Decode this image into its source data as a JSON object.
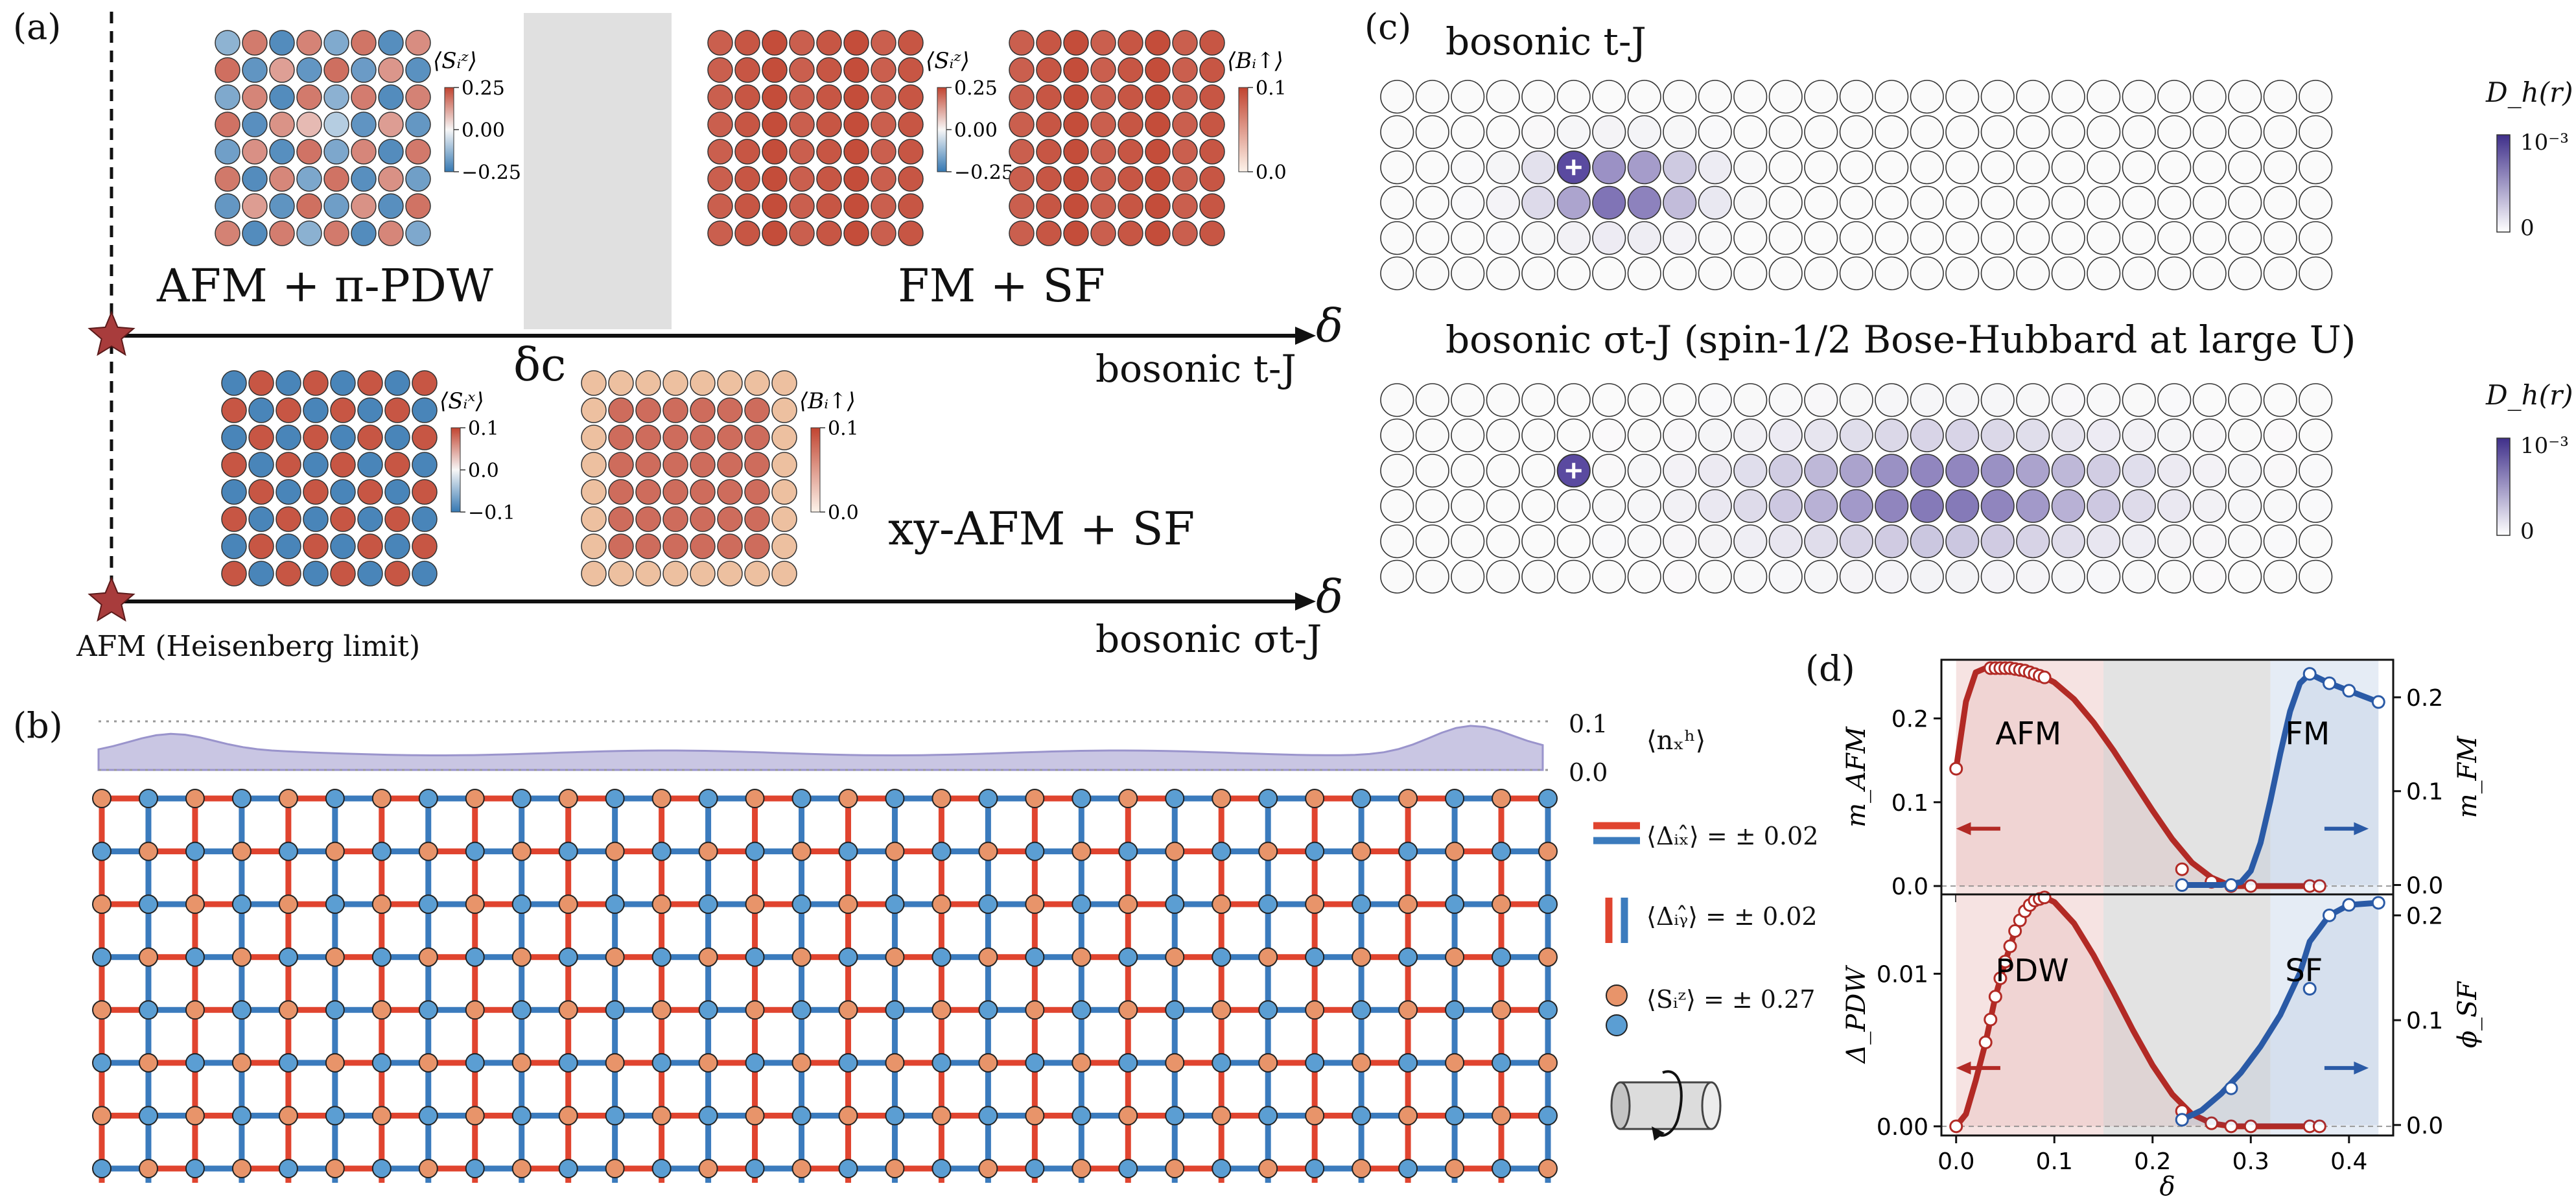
{
  "panels": {
    "a": {
      "label": "(a)",
      "tj_phase_left": "AFM + π-PDW",
      "tj_phase_right": "FM + SF",
      "tj_axis_name": "bosonic t-J",
      "sigma_phase": "xy-AFM + SF",
      "sigma_axis_name": "bosonic σt-J",
      "delta_symbol": "δ",
      "delta_c": "δc",
      "heisenberg_label": "AFM (Heisenberg limit)",
      "maps": [
        {
          "title": "⟨Sᵢᶻ⟩",
          "ticks": [
            "0.25",
            "0.00",
            "−0.25"
          ],
          "kind": "afm",
          "scale": "div"
        },
        {
          "title": "⟨Sᵢᶻ⟩",
          "ticks": [
            "0.25",
            "0.00",
            "−0.25"
          ],
          "kind": "fm",
          "scale": "div"
        },
        {
          "title": "⟨Bᵢ↑⟩",
          "ticks": [
            "0.1",
            "0.0"
          ],
          "kind": "fm",
          "scale": "seq"
        },
        {
          "title": "⟨Sᵢˣ⟩",
          "ticks": [
            "0.1",
            "0.0",
            "−0.1"
          ],
          "kind": "afm-strong",
          "scale": "div"
        },
        {
          "title": "⟨Bᵢ↑⟩",
          "ticks": [
            "0.1",
            "0.0"
          ],
          "kind": "sf-edge",
          "scale": "seq"
        }
      ]
    },
    "b": {
      "label": "(b)",
      "density_label": "⟨nₓʰ⟩",
      "density_ticks": [
        "0.1",
        "0.0"
      ],
      "legend": {
        "dx": "⟨Δᵢₓ̂⟩ = ± 0.02",
        "dy": "⟨Δᵢᵧ̂⟩ = ± 0.02",
        "sz": "⟨Sᵢᶻ⟩ = ± 0.27"
      },
      "cols": 32,
      "rows": 8
    },
    "c": {
      "label": "(c)",
      "top_title": "bosonic t-J",
      "bottom_title": "bosonic σt-J  (spin-1/2 Bose-Hubbard at large U)",
      "cb_title": "D_h(r)",
      "cb_ticks": [
        "10⁻³",
        "0"
      ],
      "cols": 27,
      "rows": 6
    },
    "d": {
      "label": "(d)"
    }
  },
  "chart_data": [
    {
      "type": "line",
      "xlabel": "δ",
      "ylabel": "m_AFM",
      "y2label": "m_FM",
      "xlim": [
        -0.015,
        0.445
      ],
      "ylim": [
        -0.01,
        0.27
      ],
      "y2lim": [
        -0.01,
        0.24
      ],
      "xticks": [
        "0.0",
        "0.1",
        "0.2",
        "0.3",
        "0.4"
      ],
      "yticks": [
        "0.0",
        "0.1",
        "0.2"
      ],
      "y2ticks": [
        "0.0",
        "0.1",
        "0.2"
      ],
      "shaded_region": [
        0.15,
        0.32
      ],
      "annotations": [
        "AFM",
        "FM"
      ],
      "series": [
        {
          "axis": "left",
          "color": "#b22a25",
          "x": [
            0.0,
            0.01,
            0.02,
            0.03,
            0.04,
            0.05,
            0.06,
            0.07,
            0.08,
            0.09,
            0.1,
            0.12,
            0.14,
            0.16,
            0.18,
            0.2,
            0.22,
            0.24,
            0.26,
            0.28,
            0.3,
            0.32,
            0.34,
            0.36,
            0.37
          ],
          "y": [
            0.14,
            0.22,
            0.255,
            0.26,
            0.26,
            0.26,
            0.259,
            0.257,
            0.254,
            0.249,
            0.243,
            0.223,
            0.195,
            0.162,
            0.126,
            0.09,
            0.056,
            0.028,
            0.01,
            0.0,
            0.0,
            0.0,
            0.0,
            0.0,
            0.0
          ],
          "markers_x": [
            0.0,
            0.035,
            0.04,
            0.045,
            0.05,
            0.055,
            0.06,
            0.065,
            0.07,
            0.075,
            0.08,
            0.085,
            0.09,
            0.23,
            0.26,
            0.28,
            0.3,
            0.36,
            0.37
          ],
          "markers_y": [
            0.14,
            0.26,
            0.26,
            0.26,
            0.26,
            0.26,
            0.259,
            0.258,
            0.257,
            0.255,
            0.253,
            0.251,
            0.249,
            0.02,
            0.005,
            0.0,
            0.0,
            0.0,
            0.0
          ]
        },
        {
          "axis": "right",
          "color": "#2a5aa6",
          "x": [
            0.23,
            0.25,
            0.27,
            0.29,
            0.3,
            0.31,
            0.32,
            0.33,
            0.34,
            0.35,
            0.36,
            0.38,
            0.4,
            0.43
          ],
          "y": [
            0.0,
            0.0,
            0.0,
            0.003,
            0.015,
            0.045,
            0.09,
            0.14,
            0.185,
            0.215,
            0.225,
            0.215,
            0.207,
            0.195
          ],
          "markers_x": [
            0.23,
            0.28,
            0.36,
            0.38,
            0.4,
            0.43
          ],
          "markers_y": [
            0.0,
            0.0,
            0.225,
            0.215,
            0.207,
            0.195
          ]
        }
      ]
    },
    {
      "type": "line",
      "xlabel": "δ",
      "ylabel": "Δ_PDW",
      "y2label": "ϕ_SF",
      "xlim": [
        -0.015,
        0.445
      ],
      "ylim": [
        -0.0006,
        0.0152
      ],
      "y2lim": [
        -0.01,
        0.22
      ],
      "xticks": [
        "0.0",
        "0.1",
        "0.2",
        "0.3",
        "0.4"
      ],
      "yticks": [
        "0.00",
        "0.01"
      ],
      "y2ticks": [
        "0.0",
        "0.1",
        "0.2"
      ],
      "shaded_region": [
        0.15,
        0.32
      ],
      "annotations": [
        "PDW",
        "SF"
      ],
      "series": [
        {
          "axis": "left",
          "color": "#b22a25",
          "x": [
            0.0,
            0.01,
            0.02,
            0.03,
            0.04,
            0.05,
            0.06,
            0.07,
            0.08,
            0.09,
            0.1,
            0.12,
            0.14,
            0.16,
            0.18,
            0.2,
            0.22,
            0.24,
            0.26,
            0.28,
            0.3,
            0.32,
            0.34,
            0.36,
            0.37
          ],
          "y": [
            0.0,
            0.0008,
            0.003,
            0.0055,
            0.0085,
            0.0108,
            0.0128,
            0.0141,
            0.0148,
            0.015,
            0.0147,
            0.0133,
            0.0112,
            0.0088,
            0.0063,
            0.004,
            0.0021,
            0.0008,
            0.0002,
            0.0,
            0.0,
            0.0,
            0.0,
            0.0,
            0.0
          ],
          "markers_x": [
            0.0,
            0.03,
            0.035,
            0.04,
            0.045,
            0.05,
            0.055,
            0.06,
            0.065,
            0.07,
            0.075,
            0.08,
            0.085,
            0.09,
            0.23,
            0.26,
            0.28,
            0.3,
            0.36,
            0.37
          ],
          "markers_y": [
            0.0,
            0.0055,
            0.007,
            0.0085,
            0.0097,
            0.0108,
            0.0118,
            0.0128,
            0.0135,
            0.0141,
            0.0145,
            0.0148,
            0.0149,
            0.015,
            0.001,
            0.0002,
            0.0,
            0.0,
            0.0,
            0.0
          ]
        },
        {
          "axis": "right",
          "color": "#2a5aa6",
          "x": [
            0.23,
            0.25,
            0.27,
            0.29,
            0.31,
            0.33,
            0.35,
            0.36,
            0.38,
            0.4,
            0.43
          ],
          "y": [
            0.005,
            0.014,
            0.03,
            0.05,
            0.075,
            0.105,
            0.145,
            0.175,
            0.2,
            0.21,
            0.212
          ],
          "markers_x": [
            0.23,
            0.28,
            0.36,
            0.38,
            0.4,
            0.43
          ],
          "markers_y": [
            0.005,
            0.035,
            0.13,
            0.2,
            0.21,
            0.212
          ]
        }
      ]
    }
  ]
}
